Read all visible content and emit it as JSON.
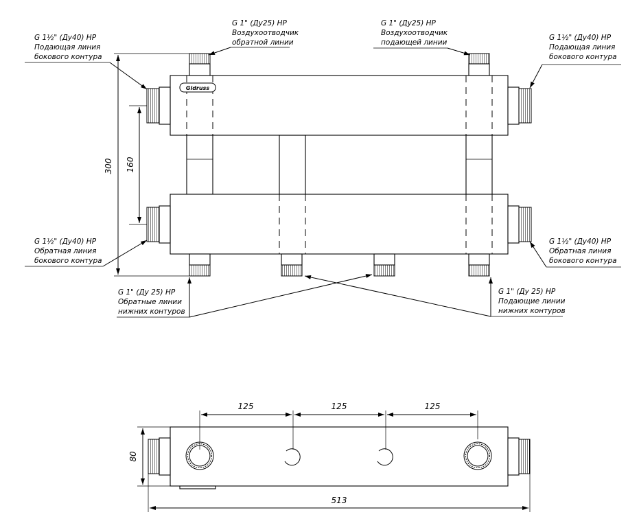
{
  "logo": "Gidruss",
  "callouts": {
    "top_left": [
      "G 1½\" (Ду40) НР",
      "Подающая линия",
      "бокового контура"
    ],
    "top_right": [
      "G 1½\" (Ду40) НР",
      "Подающая линия",
      "бокового контура"
    ],
    "bottom_left": [
      "G 1½\" (Ду40) НР",
      "Обратная линия",
      "бокового контура"
    ],
    "bottom_right": [
      "G 1½\" (Ду40) НР",
      "Обратная линия",
      "бокового контура"
    ],
    "air_vent_return": [
      "G 1\" (Ду25) НР",
      "Воздухоотводчик",
      "обратной линии"
    ],
    "air_vent_supply": [
      "G 1\" (Ду25) НР",
      "Воздухоотводчик",
      "подающей линии"
    ],
    "lower_return": [
      "G 1\" (Ду 25) НР",
      "Обратные линии",
      "нижних контуров"
    ],
    "lower_supply": [
      "G 1\" (Ду 25) НР",
      "Подающие линии",
      "нижних контуров"
    ]
  },
  "dimensions": {
    "height_total": "300",
    "tube_spacing": "160",
    "pitch_1": "125",
    "pitch_2": "125",
    "pitch_3": "125",
    "depth": "80",
    "length": "513"
  }
}
